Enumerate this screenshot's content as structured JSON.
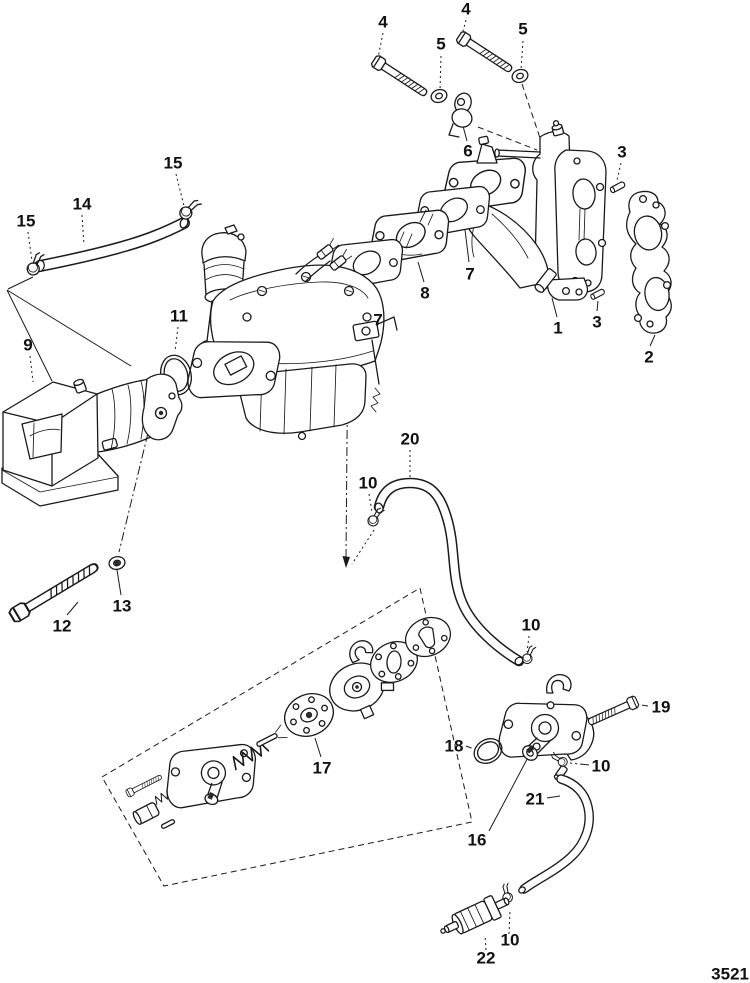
{
  "diagram": {
    "drawing_number": "3521",
    "callouts": [
      {
        "label": "4"
      },
      {
        "label": "5"
      },
      {
        "label": "4"
      },
      {
        "label": "5"
      },
      {
        "label": "6"
      },
      {
        "label": "3"
      },
      {
        "label": "15"
      },
      {
        "label": "14"
      },
      {
        "label": "15"
      },
      {
        "label": "7"
      },
      {
        "label": "8"
      },
      {
        "label": "7"
      },
      {
        "label": "1"
      },
      {
        "label": "3"
      },
      {
        "label": "2"
      },
      {
        "label": "11"
      },
      {
        "label": "9"
      },
      {
        "label": "20"
      },
      {
        "label": "10"
      },
      {
        "label": "12"
      },
      {
        "label": "13"
      },
      {
        "label": "17"
      },
      {
        "label": "16"
      },
      {
        "label": "18"
      },
      {
        "label": "19"
      },
      {
        "label": "10"
      },
      {
        "label": "10"
      },
      {
        "label": "21"
      },
      {
        "label": "10"
      },
      {
        "label": "22"
      }
    ]
  }
}
